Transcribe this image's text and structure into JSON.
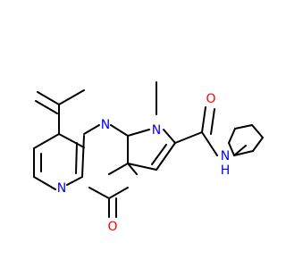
{
  "colors": {
    "background": "#ffffff",
    "bond": "#000000",
    "nitrogen": "#0000ff",
    "oxygen": "#ff0000"
  },
  "atoms": {
    "n_ring_fusion": "N",
    "n_pyrimidine": "N",
    "n_pyrrole": "N",
    "o_ketone": "O",
    "o_amide": "O",
    "nh_amide": "N",
    "h_amide": "H"
  }
}
